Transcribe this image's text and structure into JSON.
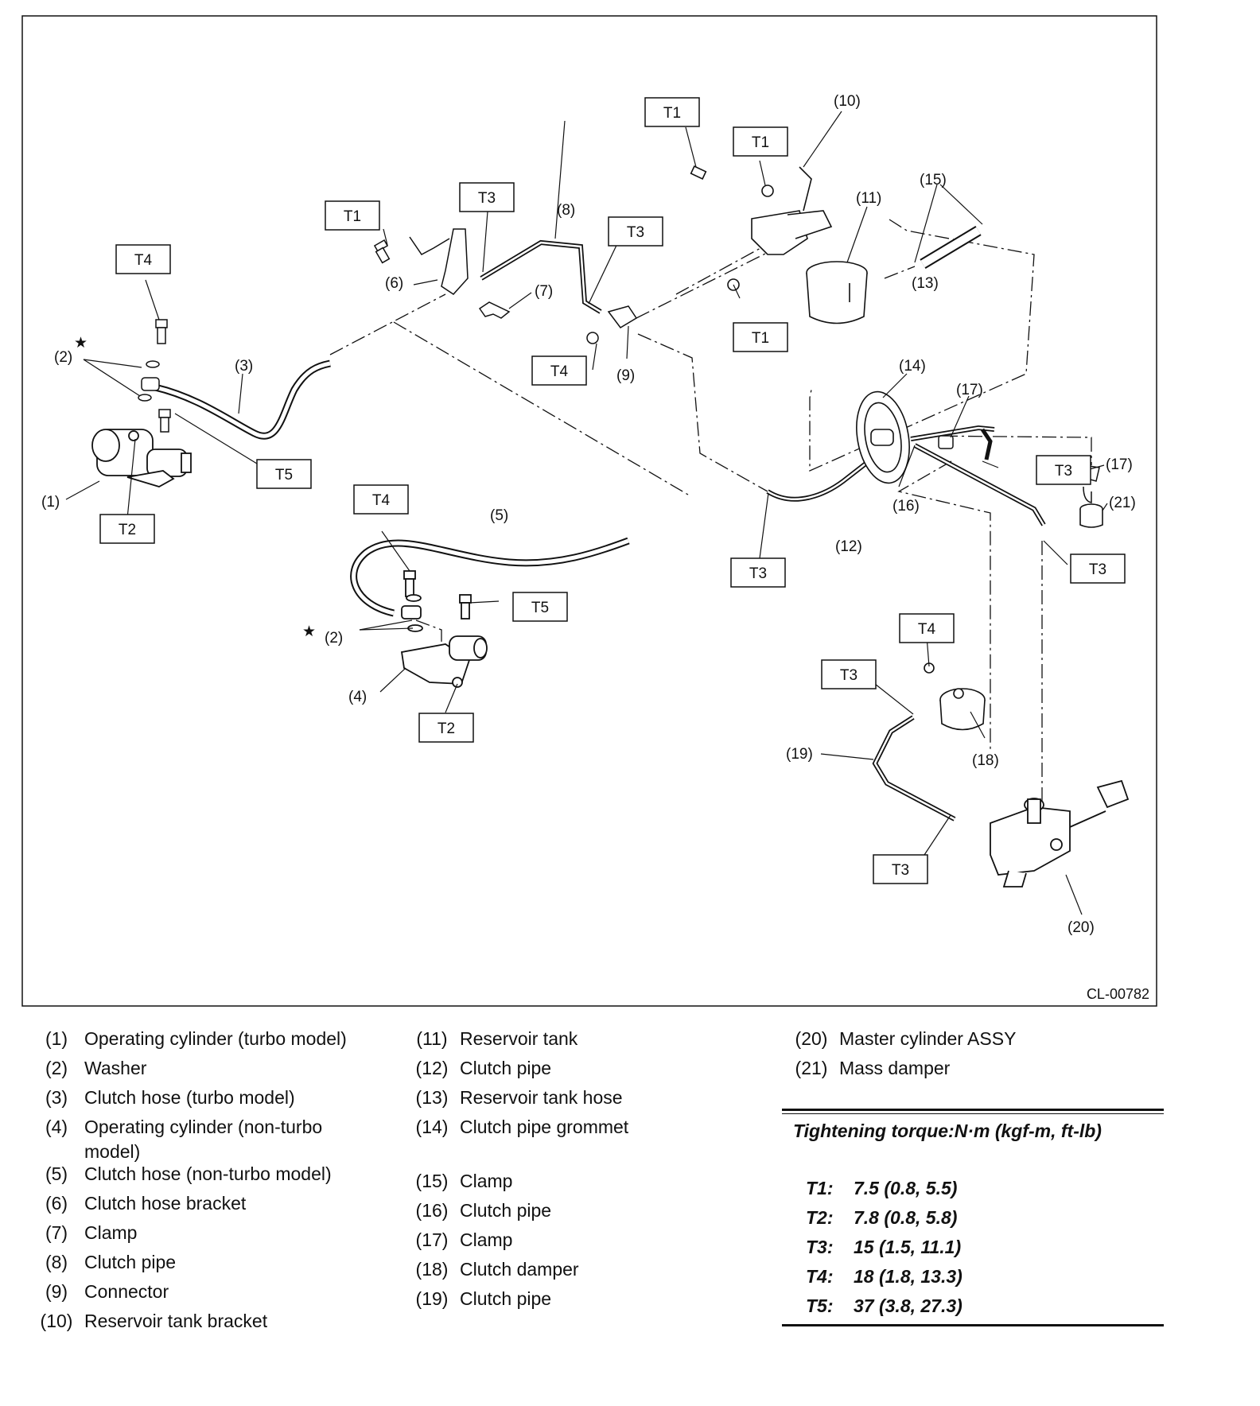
{
  "figure_code": "CL-00782",
  "torque_boxes": [
    "T1",
    "T1",
    "T1",
    "T1",
    "T2",
    "T2",
    "T3",
    "T3",
    "T3",
    "T3",
    "T3",
    "T3",
    "T3",
    "T4",
    "T4",
    "T4",
    "T4",
    "T5",
    "T5"
  ],
  "callouts": [
    "(1)",
    "(2)",
    "(2)",
    "(3)",
    "(4)",
    "(5)",
    "(6)",
    "(7)",
    "(8)",
    "(9)",
    "(10)",
    "(11)",
    "(12)",
    "(13)",
    "(14)",
    "(15)",
    "(16)",
    "(17)",
    "(17)",
    "(18)",
    "(19)",
    "(20)",
    "(21)"
  ],
  "star_symbol": "★",
  "legend": [
    [
      {
        "num": "(1)",
        "text": "Operating cylinder (turbo model)"
      },
      {
        "num": "(2)",
        "text": "Washer"
      },
      {
        "num": "(3)",
        "text": "Clutch hose (turbo model)"
      },
      {
        "num": "(4)",
        "text": "Operating cylinder (non-turbo model)"
      },
      {
        "num": "(5)",
        "text": "Clutch hose (non-turbo model)"
      },
      {
        "num": "(6)",
        "text": "Clutch hose bracket"
      },
      {
        "num": "(7)",
        "text": "Clamp"
      },
      {
        "num": "(8)",
        "text": "Clutch pipe"
      },
      {
        "num": "(9)",
        "text": "Connector"
      },
      {
        "num": "(10)",
        "text": "Reservoir tank bracket"
      }
    ],
    [
      {
        "num": "(11)",
        "text": "Reservoir tank"
      },
      {
        "num": "(12)",
        "text": "Clutch pipe"
      },
      {
        "num": "(13)",
        "text": "Reservoir tank hose"
      },
      {
        "num": "(14)",
        "text": "Clutch pipe grommet"
      },
      {
        "num": "(15)",
        "text": "Clamp"
      },
      {
        "num": "(16)",
        "text": "Clutch pipe"
      },
      {
        "num": "(17)",
        "text": "Clamp"
      },
      {
        "num": "(18)",
        "text": "Clutch damper"
      },
      {
        "num": "(19)",
        "text": "Clutch pipe"
      }
    ],
    [
      {
        "num": "(20)",
        "text": "Master cylinder ASSY"
      },
      {
        "num": "(21)",
        "text": "Mass damper"
      }
    ]
  ],
  "torque": {
    "title": "Tightening torque:N·m (kgf-m, ft-lb)",
    "rows": [
      {
        "key": "T1:",
        "value": "7.5 (0.8, 5.5)"
      },
      {
        "key": "T2:",
        "value": "7.8 (0.8, 5.8)"
      },
      {
        "key": "T3:",
        "value": "15 (1.5, 11.1)"
      },
      {
        "key": "T4:",
        "value": "18 (1.8, 13.3)"
      },
      {
        "key": "T5:",
        "value": "37 (3.8, 27.3)"
      }
    ]
  }
}
